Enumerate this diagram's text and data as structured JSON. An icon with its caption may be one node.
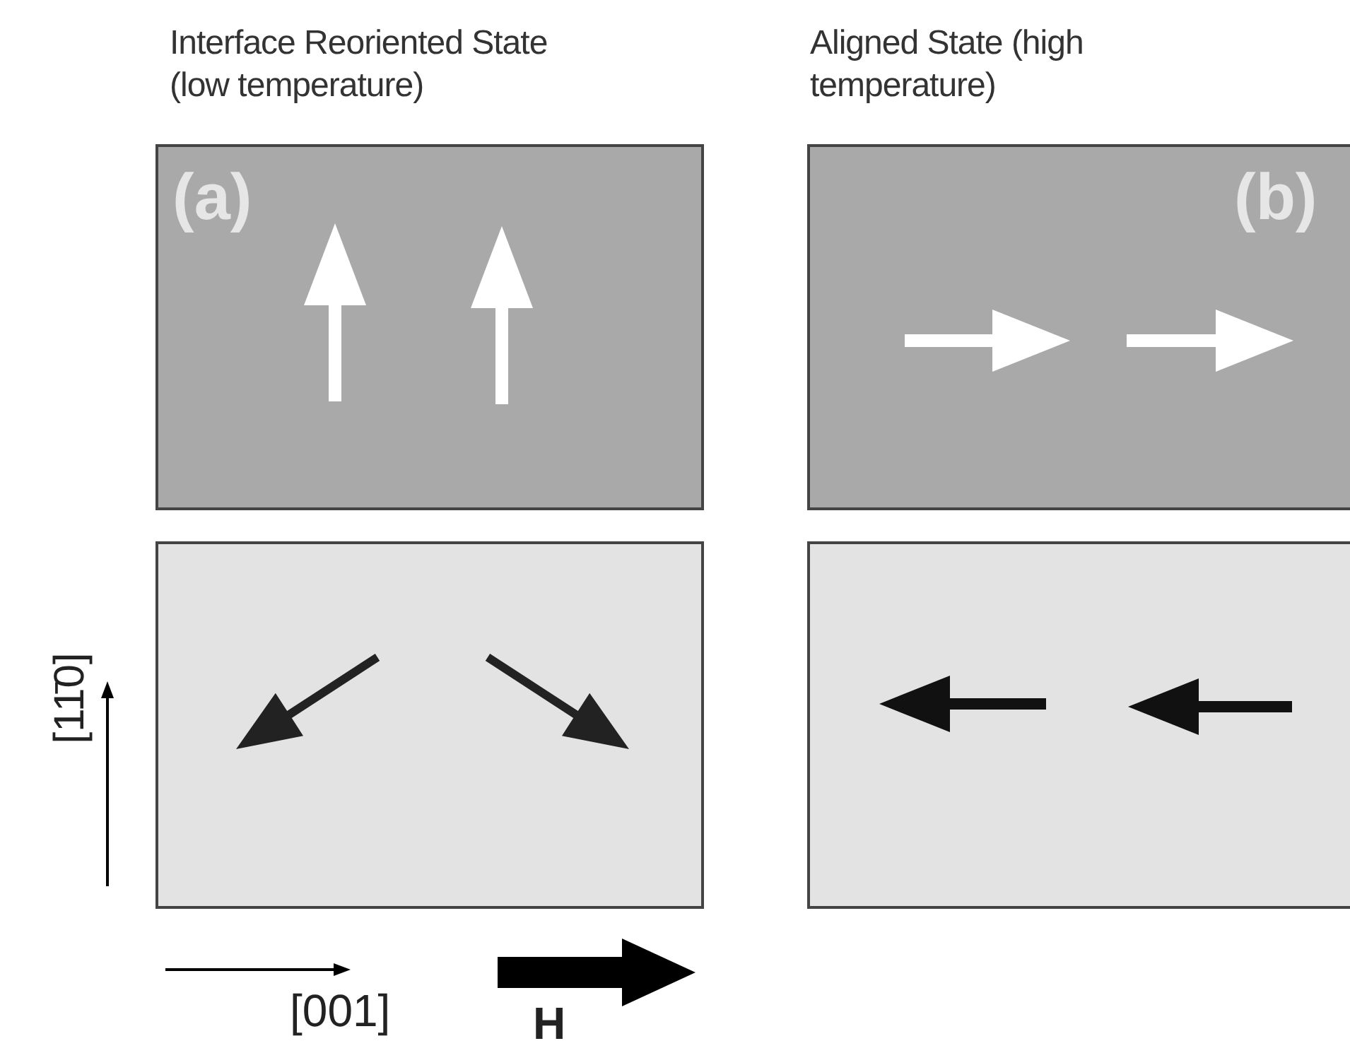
{
  "diagram": {
    "nodes": [
      {
        "text": [
          "Interface Reoriented State (low temperature)",
          "(a)"
        ]
      },
      {
        "text": [
          "Aligned State (high temperature)",
          "(b)"
        ]
      },
      {
        "text": [],
        "shape": "box"
      },
      {
        "text": [],
        "shape": "box"
      }
    ],
    "labels": [
      "[11̄0]",
      "[001]",
      "H"
    ]
  }
}
